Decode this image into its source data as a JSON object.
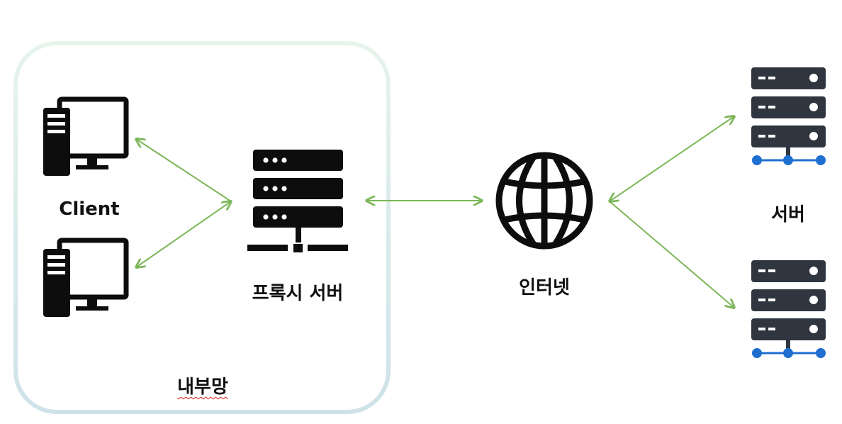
{
  "labels": {
    "client": "Client",
    "proxy_server": "프록시 서버",
    "internet": "인터넷",
    "server": "서버",
    "internal_network": "내부망"
  },
  "colors": {
    "arrow": "#7cb659",
    "icon_dark": "#0d0d0d",
    "server_body": "#2f3640",
    "server_accent": "#1f6fd1",
    "network_border_top": "#e6f4ec",
    "network_border_bottom": "#cfe2ea"
  },
  "icons": {
    "client_top": "desktop-computer-icon",
    "client_bottom": "desktop-computer-icon",
    "proxy": "server-rack-icon",
    "internet": "globe-icon",
    "server_top": "network-server-icon",
    "server_bottom": "network-server-icon"
  }
}
